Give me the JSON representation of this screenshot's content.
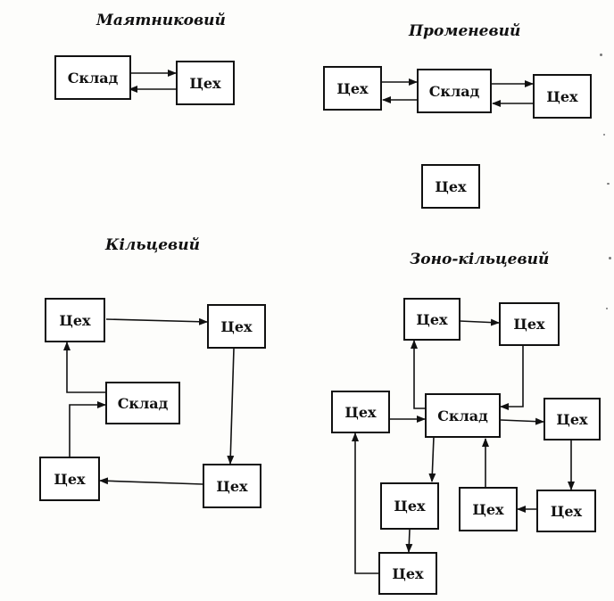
{
  "diagrams": {
    "pendulum": {
      "title": "Маятниковий",
      "nodes": {
        "sklad": "Склад",
        "ceh": "Цех"
      }
    },
    "radial": {
      "title": "Променевий",
      "nodes": {
        "ceh_left": "Цех",
        "sklad": "Склад",
        "ceh_right": "Цех",
        "ceh_below": "Цех"
      }
    },
    "ring": {
      "title": "Кільцевий",
      "nodes": {
        "ceh_tl": "Цех",
        "ceh_tr": "Цех",
        "sklad": "Склад",
        "ceh_bl": "Цех",
        "ceh_br": "Цех"
      }
    },
    "zone_ring": {
      "title": "Зоно-кільцевий",
      "nodes": {
        "ceh_top_left": "Цех",
        "ceh_top_right": "Цех",
        "ceh_left": "Цех",
        "sklad": "Склад",
        "ceh_right": "Цех",
        "ceh_mid_left": "Цех",
        "ceh_mid_right": "Цех",
        "ceh_far_right": "Цех",
        "ceh_bottom": "Цех"
      }
    }
  }
}
